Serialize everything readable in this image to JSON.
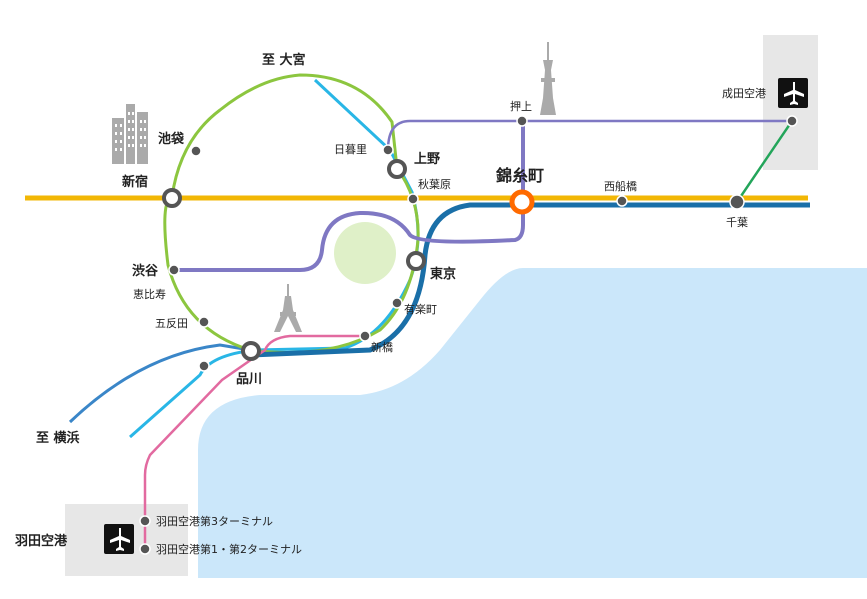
{
  "colors": {
    "yamanote": "#8cc63f",
    "chuo_sobu": "#f2b705",
    "keihin_tohoku": "#29b6e6",
    "keiyo_blue": "#1a6fa8",
    "tokaido": "#3a86c8",
    "sobu_rapid": "#7f78c3",
    "narita_link": "#23a55a",
    "keikyu": "#e26aa0",
    "sea": "#cbe7fa",
    "airport_box": "#e7e7e7",
    "park": "#dff0c8",
    "highlight": "#ff6a00"
  },
  "labels": {
    "omiya": "至 大宮",
    "yokohama": "至 横浜",
    "ikebukuro": "池袋",
    "shinjuku": "新宿",
    "shibuya": "渋谷",
    "ebisu": "恵比寿",
    "gotanda": "五反田",
    "shinagawa": "品川",
    "nippori": "日暮里",
    "ueno": "上野",
    "akihabara": "秋葉原",
    "tokyo": "東京",
    "yurakucho": "有楽町",
    "shimbashi": "新橋",
    "oshiage": "押上",
    "kinshicho": "錦糸町",
    "nishifunabashi": "西船橋",
    "chiba": "千葉",
    "narita_airport": "成田空港",
    "haneda_airport": "羽田空港",
    "haneda_t3": "羽田空港第3ターミナル",
    "haneda_t12": "羽田空港第1・第2ターミナル"
  },
  "icons": {
    "airplane": "airplane-icon",
    "skytree": "skytree-icon",
    "tokyo_tower": "tokyo-tower-icon",
    "buildings": "buildings-icon"
  }
}
